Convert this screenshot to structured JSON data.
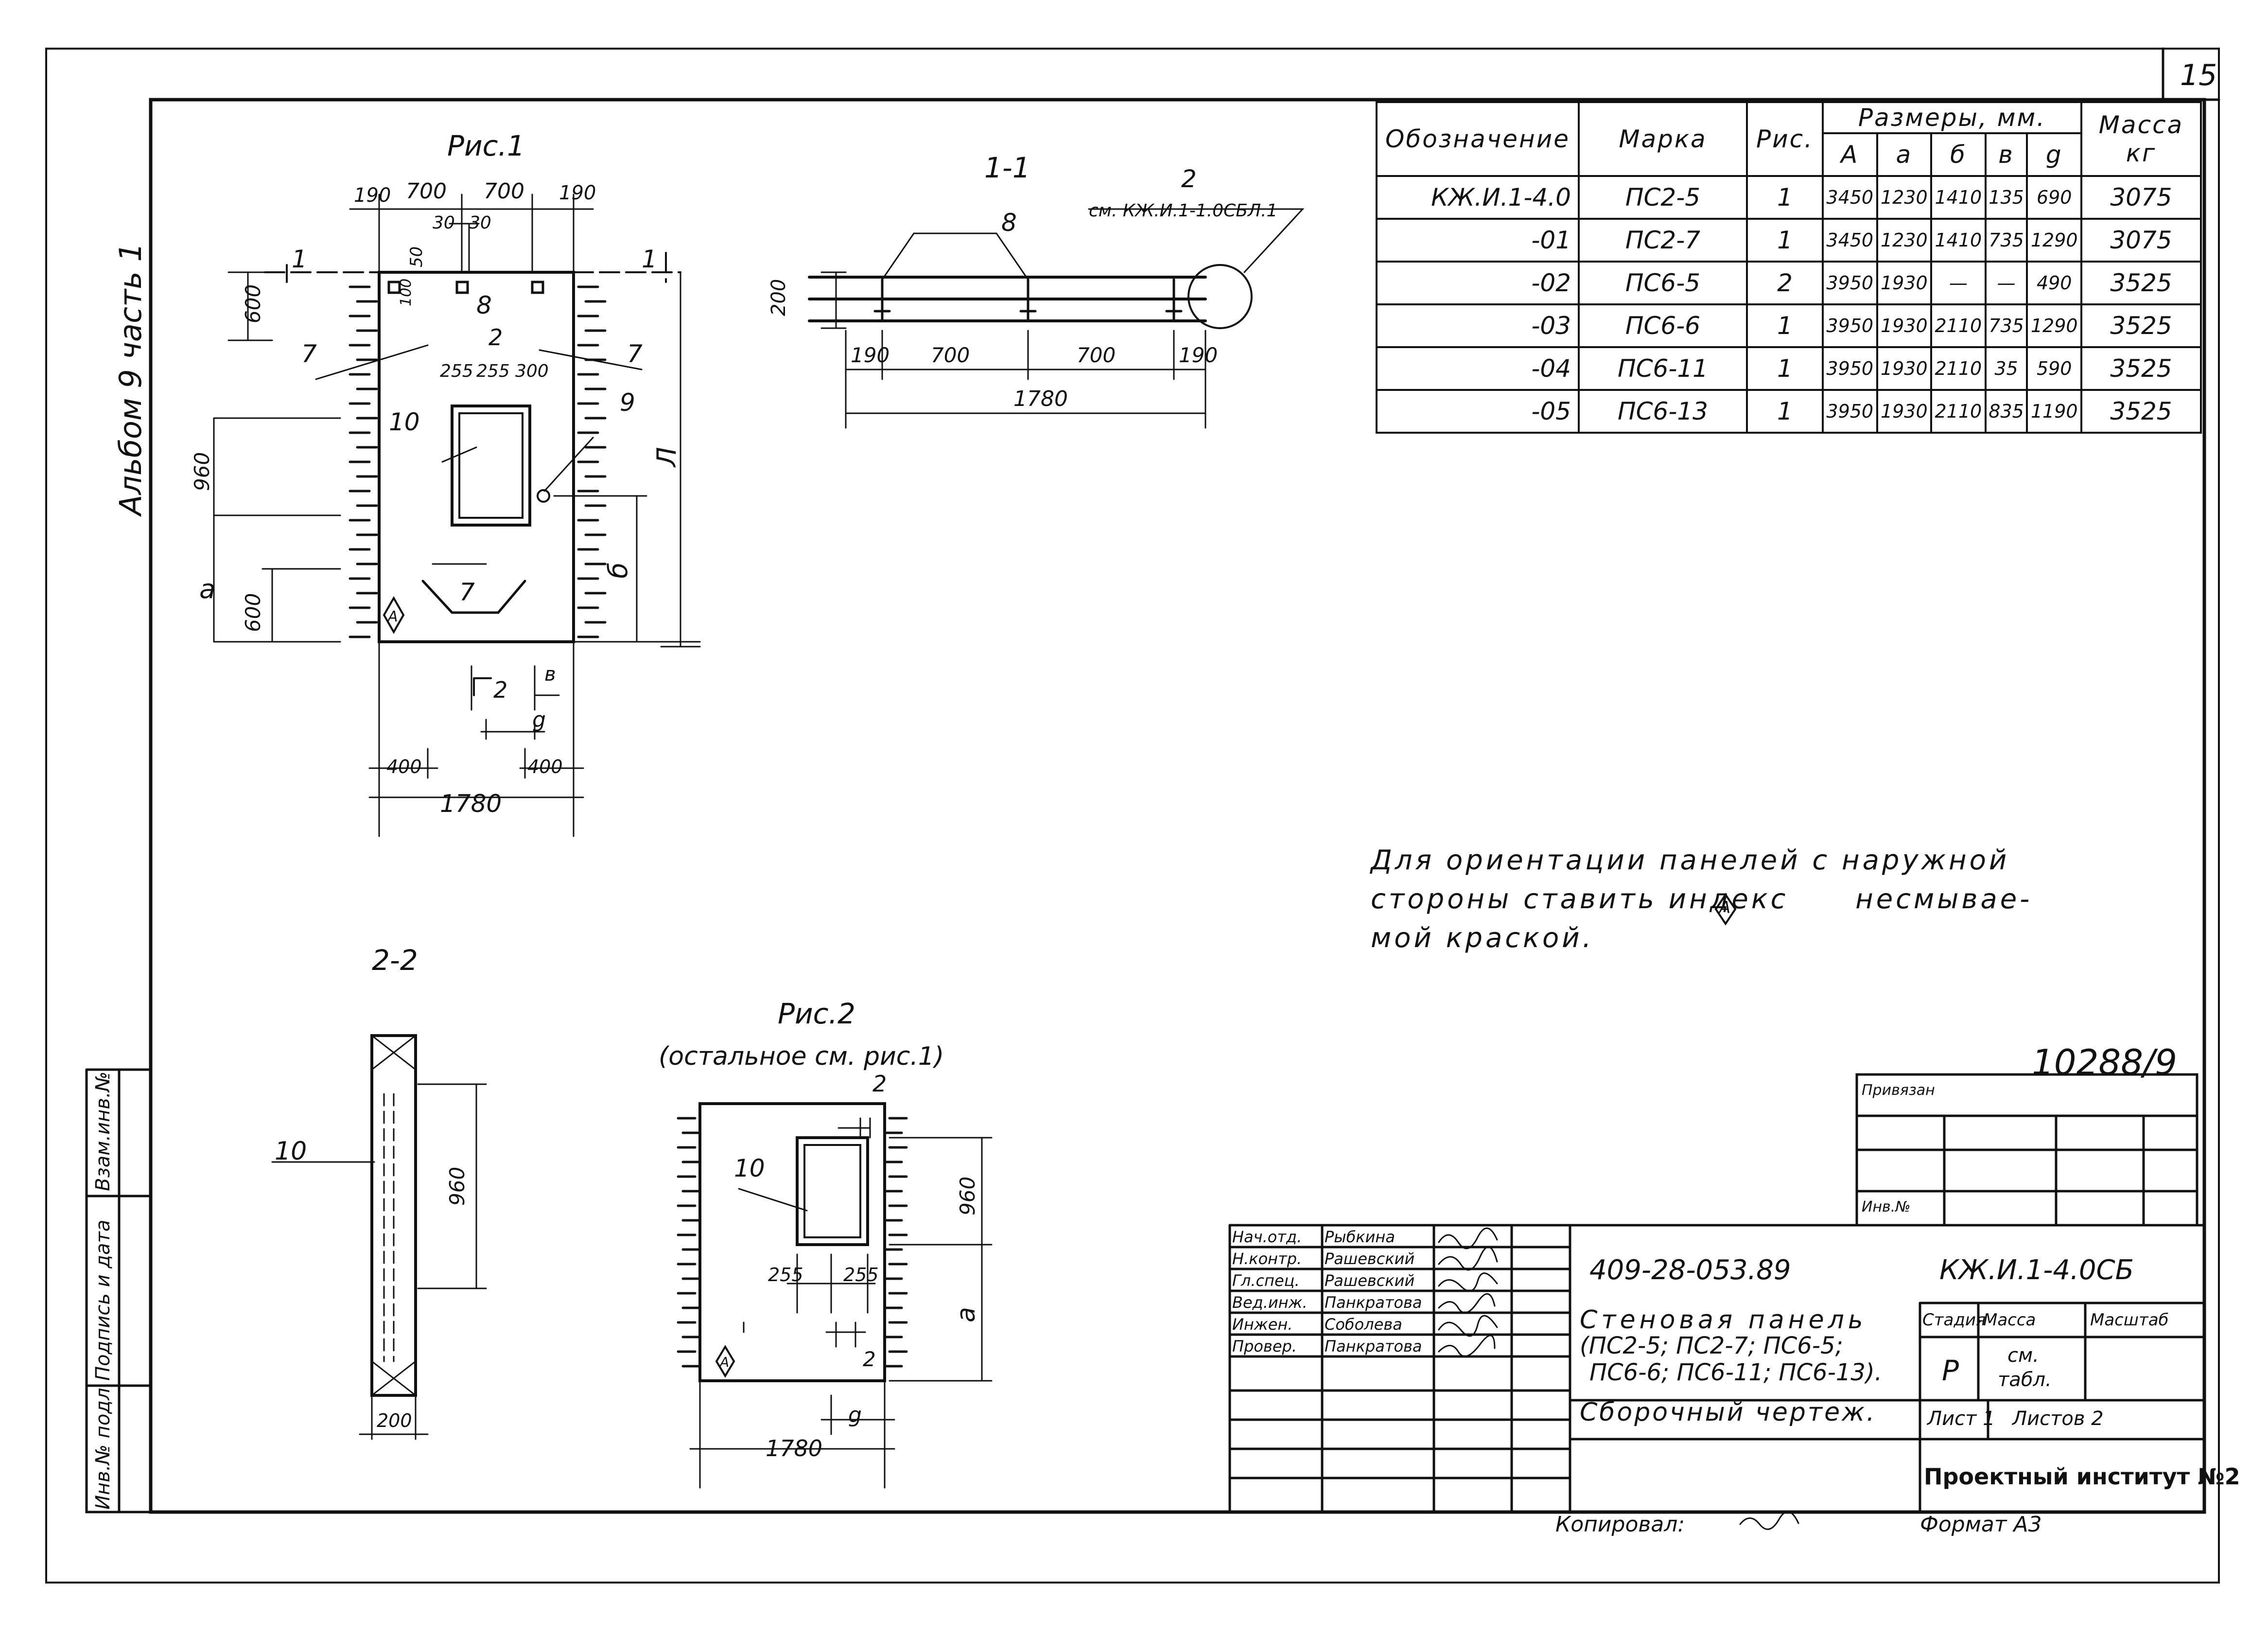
{
  "sheet_number": "15",
  "album_label": "Альбом 9 часть 1",
  "figures": {
    "fig1_title": "Рис.1",
    "section_1_1_title": "1-1",
    "section_2_2_title": "2-2",
    "fig2_title": "Рис.2",
    "fig2_subtitle": "(остальное см. рис.1)"
  },
  "dimensions": {
    "d190": "190",
    "d700": "700",
    "d30": "30",
    "d50": "50",
    "d100": "100",
    "d600": "600",
    "d960": "960",
    "d255": "255",
    "d300": "300",
    "d400": "400",
    "d1780": "1780",
    "d200": "200"
  },
  "letters": {
    "a": "а",
    "b": "б",
    "v": "в",
    "g": "g",
    "L": "Л"
  },
  "callouts": {
    "c1": "1",
    "c2": "2",
    "c7": "7",
    "c8": "8",
    "c9": "9",
    "c10": "10"
  },
  "section_ref": "см. КЖ.И.1-1.0СБЛ.1",
  "index_mark": "А",
  "spec_table": {
    "headers": {
      "designation": "Обозначение",
      "mark": "Марка",
      "fig": "Рис.",
      "sizes": "Размеры, мм.",
      "mass": "Масса кг",
      "sub": [
        "А",
        "а",
        "б",
        "в",
        "g"
      ]
    },
    "rows": [
      {
        "designation": "КЖ.И.1-4.0",
        "mark": "ПС2-5",
        "fig": "1",
        "A": "3450",
        "a": "1230",
        "b": "1410",
        "v": "135",
        "g": "690",
        "mass": "3075"
      },
      {
        "designation": "-01",
        "mark": "ПС2-7",
        "fig": "1",
        "A": "3450",
        "a": "1230",
        "b": "1410",
        "v": "735",
        "g": "1290",
        "mass": "3075"
      },
      {
        "designation": "-02",
        "mark": "ПС6-5",
        "fig": "2",
        "A": "3950",
        "a": "1930",
        "b": "—",
        "v": "—",
        "g": "490",
        "mass": "3525"
      },
      {
        "designation": "-03",
        "mark": "ПС6-6",
        "fig": "1",
        "A": "3950",
        "a": "1930",
        "b": "2110",
        "v": "735",
        "g": "1290",
        "mass": "3525"
      },
      {
        "designation": "-04",
        "mark": "ПС6-11",
        "fig": "1",
        "A": "3950",
        "a": "1930",
        "b": "2110",
        "v": "35",
        "g": "590",
        "mass": "3525"
      },
      {
        "designation": "-05",
        "mark": "ПС6-13",
        "fig": "1",
        "A": "3950",
        "a": "1930",
        "b": "2110",
        "v": "835",
        "g": "1190",
        "mass": "3525"
      }
    ]
  },
  "note": {
    "line1": "Для ориентации панелей с наружной",
    "line2": "стороны ставить индекс",
    "line2b": "несмывае-",
    "line3": "мой краской."
  },
  "stamp_number": "10288/9",
  "side_stamp": {
    "inv": "Инв.№ подл.",
    "sign": "Подпись и дата",
    "vzam": "Взам.инв.№"
  },
  "approval_block": {
    "priv_label": "Привязан",
    "inv_label": "Инв.№"
  },
  "title_block": {
    "people": [
      {
        "role": "Нач.отд.",
        "name": "Рыбкина"
      },
      {
        "role": "Н.контр.",
        "name": "Рашевский"
      },
      {
        "role": "Гл.спец.",
        "name": "Рашевский"
      },
      {
        "role": "Вед.инж.",
        "name": "Панкратова"
      },
      {
        "role": "Инжен.",
        "name": "Соболева"
      },
      {
        "role": "Провер.",
        "name": "Панкратова"
      }
    ],
    "project_code": "409-28-053.89",
    "doc_code": "КЖ.И.1-4.0СБ",
    "title_line1": "Стеновая панель",
    "title_line2": "(ПС2-5; ПС2-7; ПС6-5;",
    "title_line3": "ПС6-6; ПС6-11; ПС6-13).",
    "title_line4": "Сборочный чертеж.",
    "stage_label": "Стадия",
    "mass_label": "Масса",
    "scale_label": "Масштаб",
    "stage_value": "Р",
    "mass_value_1": "см.",
    "mass_value_2": "табл.",
    "sheet_label": "Лист 1",
    "sheets_label": "Листов 2",
    "organization": "Проектный институт №2"
  },
  "footer": {
    "copied": "Копировал:",
    "format": "Формат А3"
  }
}
